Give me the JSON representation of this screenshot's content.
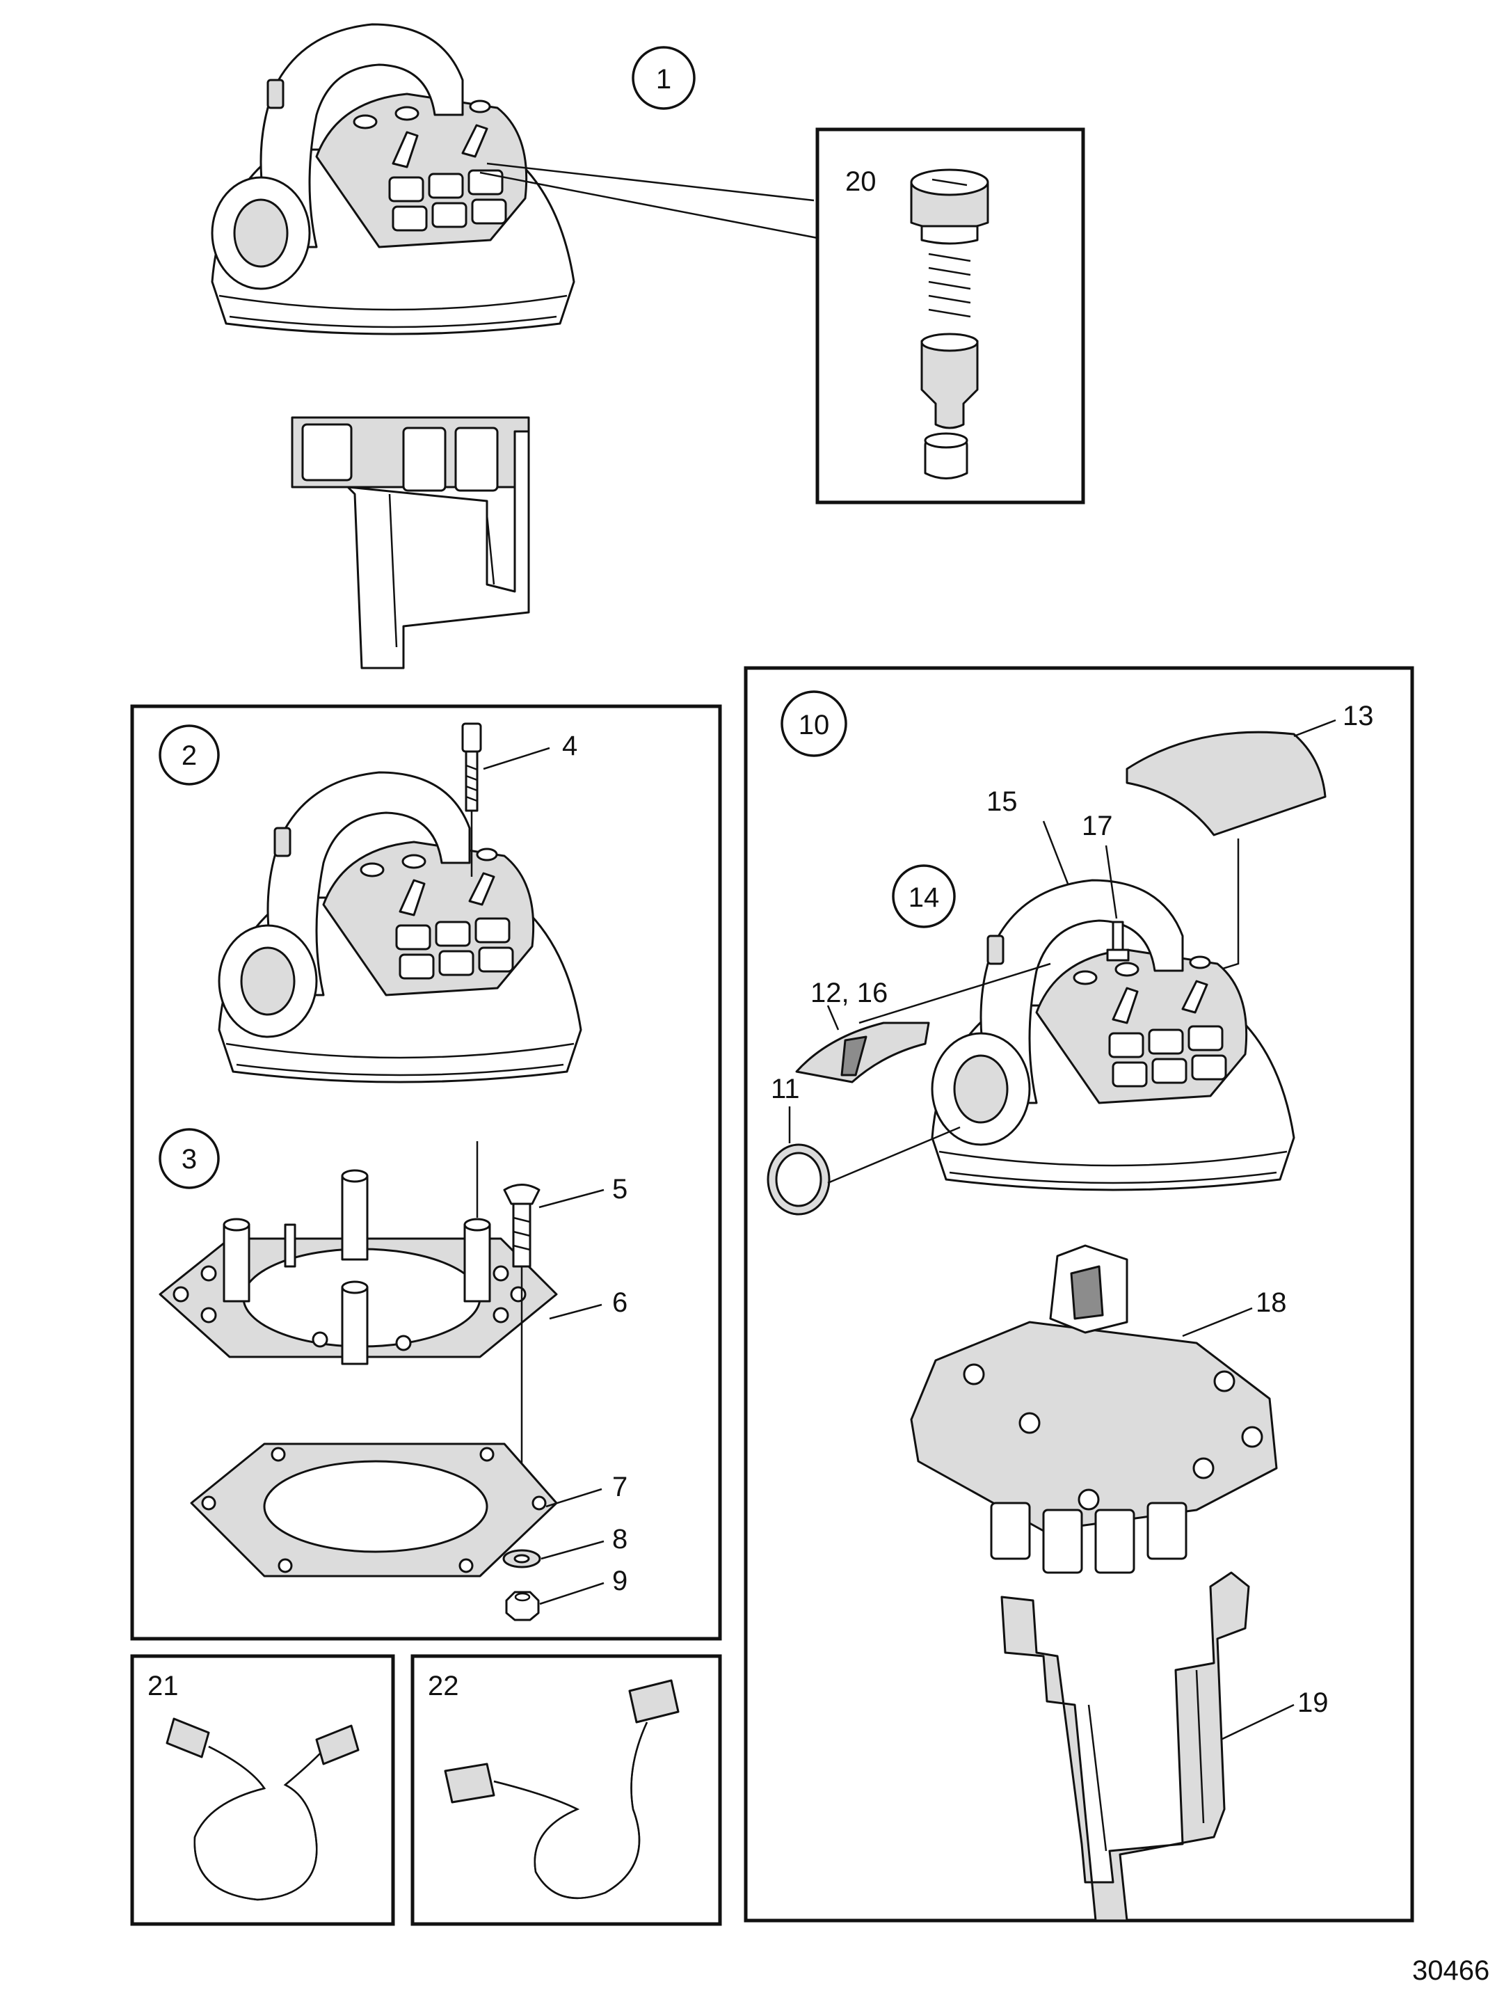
{
  "drawing_number": "30466",
  "callouts": {
    "c1": "1",
    "c2": "2",
    "c3": "3",
    "c10": "10",
    "c14": "14"
  },
  "labels": {
    "l4": "4",
    "l5": "5",
    "l6": "6",
    "l7": "7",
    "l8": "8",
    "l9": "9",
    "l11": "11",
    "l12_16": "12, 16",
    "l13": "13",
    "l15": "15",
    "l17": "17",
    "l18": "18",
    "l19": "19",
    "l20": "20",
    "l21": "21",
    "l22": "22"
  }
}
